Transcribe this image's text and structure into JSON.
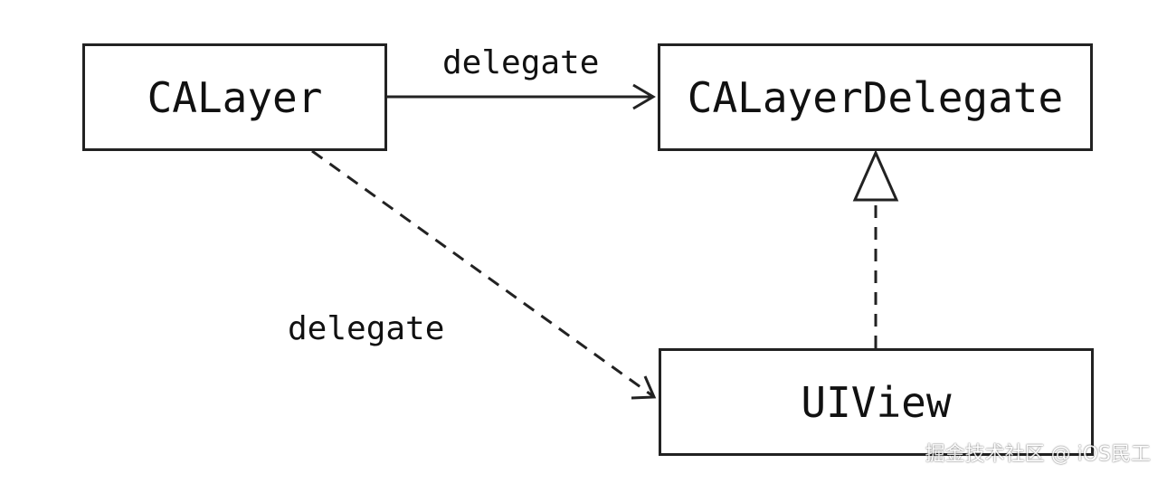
{
  "diagram": {
    "nodes": {
      "calayer": "CALayer",
      "calayer_delegate": "CALayerDelegate",
      "uiview": "UIView"
    },
    "edges": {
      "calayer_to_delegate": "delegate",
      "calayer_to_uiview": "delegate"
    }
  },
  "watermark": "掘金技术社区 @ iOS民工",
  "colors": {
    "stroke": "#222222",
    "background": "#ffffff"
  }
}
